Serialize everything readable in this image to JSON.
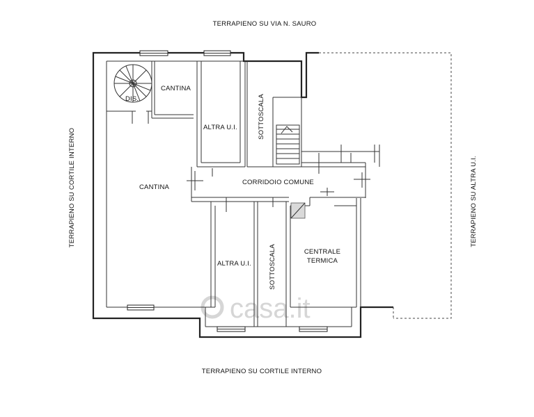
{
  "labels": {
    "top": "TERRAPIENO SU VIA N. SAURO",
    "bottom": "TERRAPIENO SU CORTILE INTERNO",
    "left": "TERRAPIENO SU CORTILE INTERNO",
    "right": "TERRAPIENO SU ALTRA U.I."
  },
  "rooms": {
    "dis": "DIS.",
    "cantina_small": "CANTINA",
    "cantina_large": "CANTINA",
    "altra_ui_top": "ALTRA U.I.",
    "sottoscala_top": "SOTTOSCALA",
    "corridoio": "CORRIDOIO COMUNE",
    "altra_ui_bottom": "ALTRA U.I.",
    "sottoscala_bottom": "SOTTOSCALA",
    "centrale_line1": "CENTRALE",
    "centrale_line2": "TERMICA"
  },
  "watermark": "casa.it",
  "colors": {
    "wall": "#222222",
    "background": "#ffffff",
    "watermark": "#d6d6d6"
  }
}
